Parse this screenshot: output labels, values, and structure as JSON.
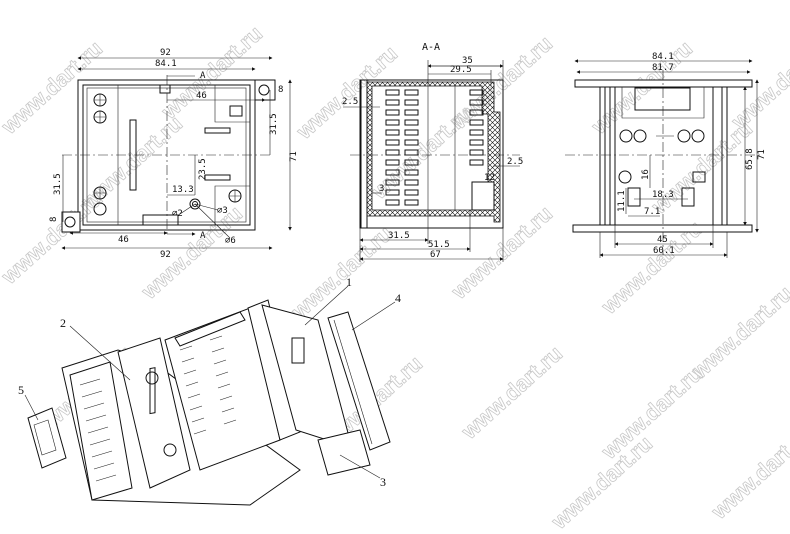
{
  "watermark": "www.dart.ru",
  "front_view": {
    "dims": {
      "width_overall": "92",
      "width_body": "84.1",
      "right_offset": "46",
      "right_vertical": "31.5",
      "ear": "8",
      "height": "71",
      "left_vertical": "31.5",
      "ear_left": "8",
      "left_offset": "46",
      "width_bottom": "92",
      "hole_offset": "13.3",
      "hole_vertical": "23.5",
      "hole_d2": "⌀2",
      "hole_d3": "⌀3",
      "hole_d6": "⌀6"
    },
    "section_marker_top": "A",
    "section_marker_bottom": "A"
  },
  "section_view": {
    "title": "A-A",
    "dims": {
      "top_35": "35",
      "top_29_5": "29.5",
      "wall_left": "2.5",
      "wall_right": "2.5",
      "d12": "12",
      "d3": "3",
      "b31_5": "31.5",
      "b51_5": "51.5",
      "b67": "67"
    }
  },
  "rear_view": {
    "dims": {
      "w84_1": "84.1",
      "w81_7": "81.7",
      "h65_8": "65.8",
      "h71": "71",
      "v16": "16",
      "h18_3": "18.3",
      "v11_1": "11.1",
      "h7_1": "7.1",
      "w45": "45",
      "w60_1": "60.1"
    }
  },
  "exploded_view": {
    "callouts": [
      "1",
      "2",
      "3",
      "4",
      "5"
    ]
  }
}
